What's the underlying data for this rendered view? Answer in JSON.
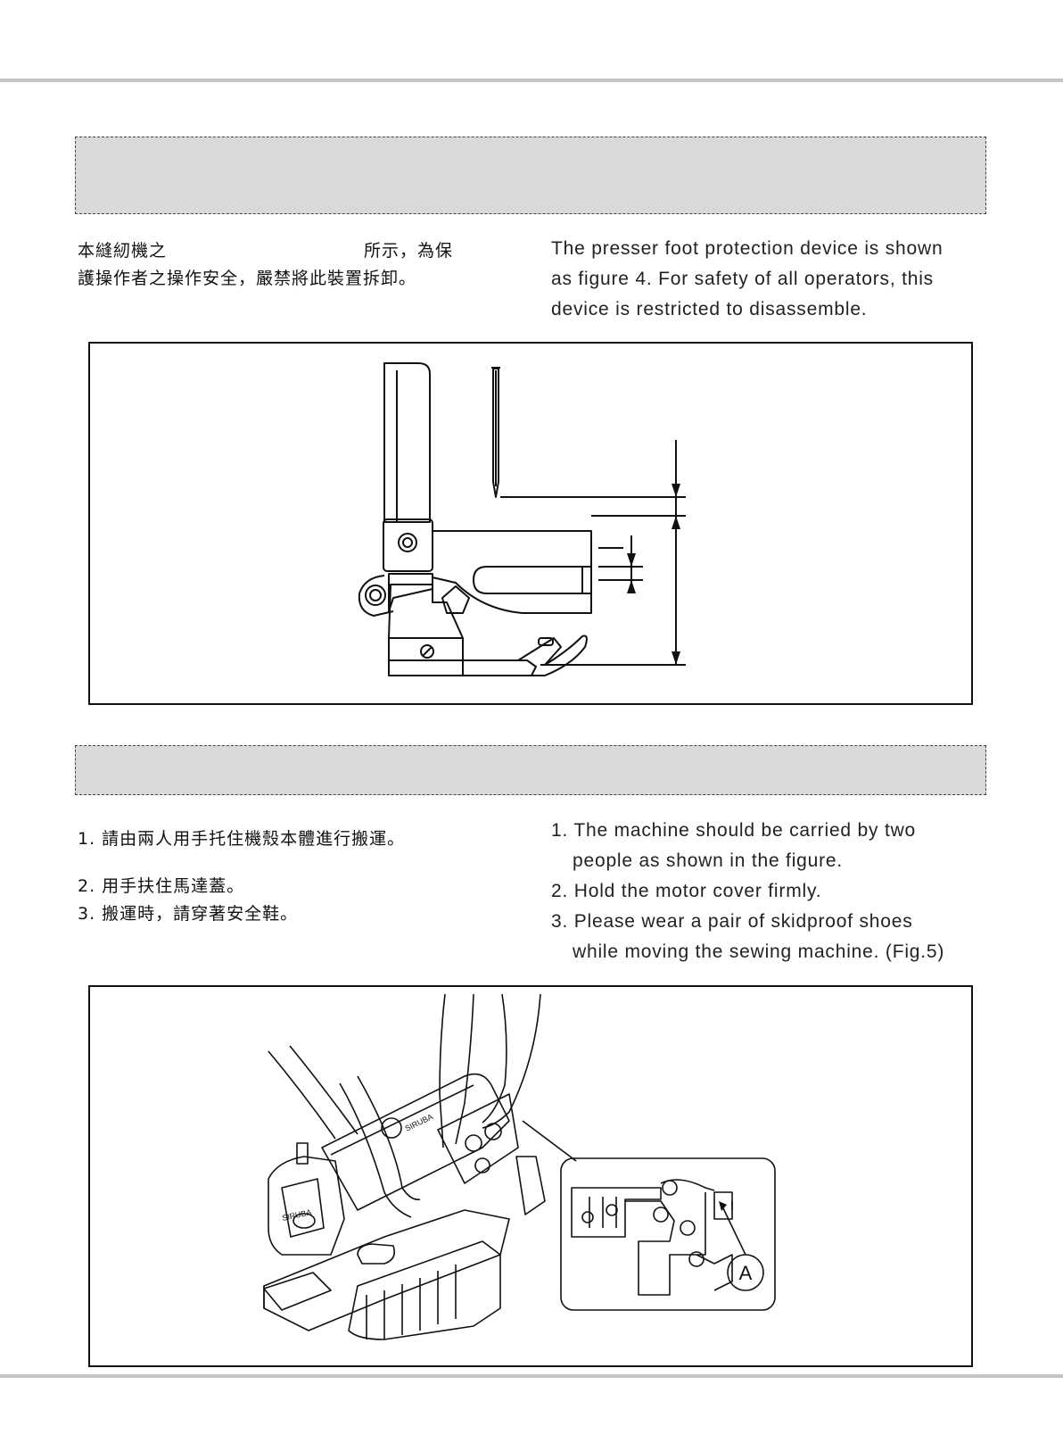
{
  "section1": {
    "zh_line1_a": "本縫紉機之",
    "zh_line1_b": "所示，為保",
    "zh_line2": "護操作者之操作安全，嚴禁將此裝置拆卸。",
    "en_lines": [
      "The presser foot protection device is shown",
      "as figure 4. For safety of all operators, this",
      "device is restricted to disassemble."
    ]
  },
  "section2": {
    "zh_items": [
      "1.  請由兩人用手托住機殼本體進行搬運。",
      "2.  用手扶住馬達蓋。",
      "3.  搬運時，請穿著安全鞋。"
    ],
    "en_items": [
      "1. The machine should be carried by two",
      "people as shown in the figure.",
      "2. Hold the motor cover firmly.",
      "3. Please wear a pair of skidproof shoes",
      "while moving the sewing machine. (Fig.5)"
    ]
  },
  "figure5": {
    "callout_letter": "A",
    "brand_text": "SIRUBA"
  }
}
